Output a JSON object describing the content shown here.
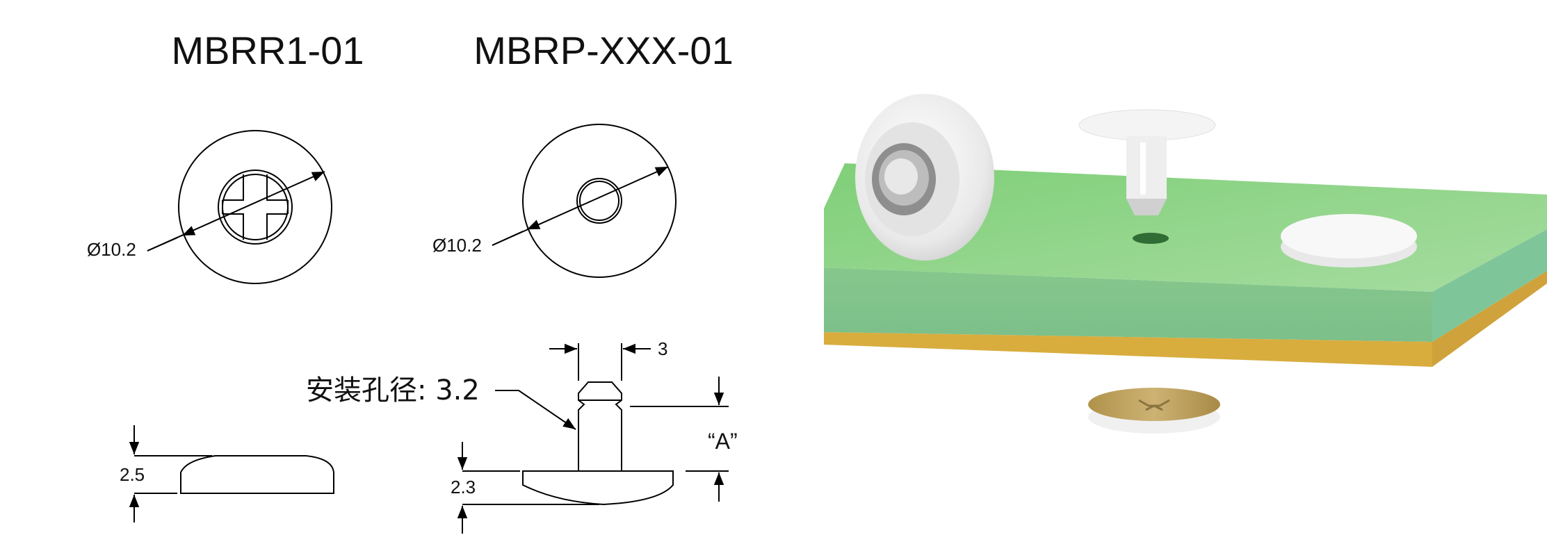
{
  "titles": {
    "left": "MBRR1-01",
    "right": "MBRP-XXX-01"
  },
  "dimensions": {
    "diameter_left": "Ø10.2",
    "diameter_right": "Ø10.2",
    "height_left": "2.5",
    "height_right": "2.3",
    "pin_width": "3",
    "pin_length": "“A”"
  },
  "annotation": {
    "mounting_hole": "安装孔径: 3.2"
  },
  "colors": {
    "line": "#000000",
    "board_top": "#8fcf8a",
    "board_side": "#7ebf8a",
    "board_bottom": "#d9b040",
    "part_white": "#f2f2f2",
    "gold_cap": "#b89b55"
  }
}
